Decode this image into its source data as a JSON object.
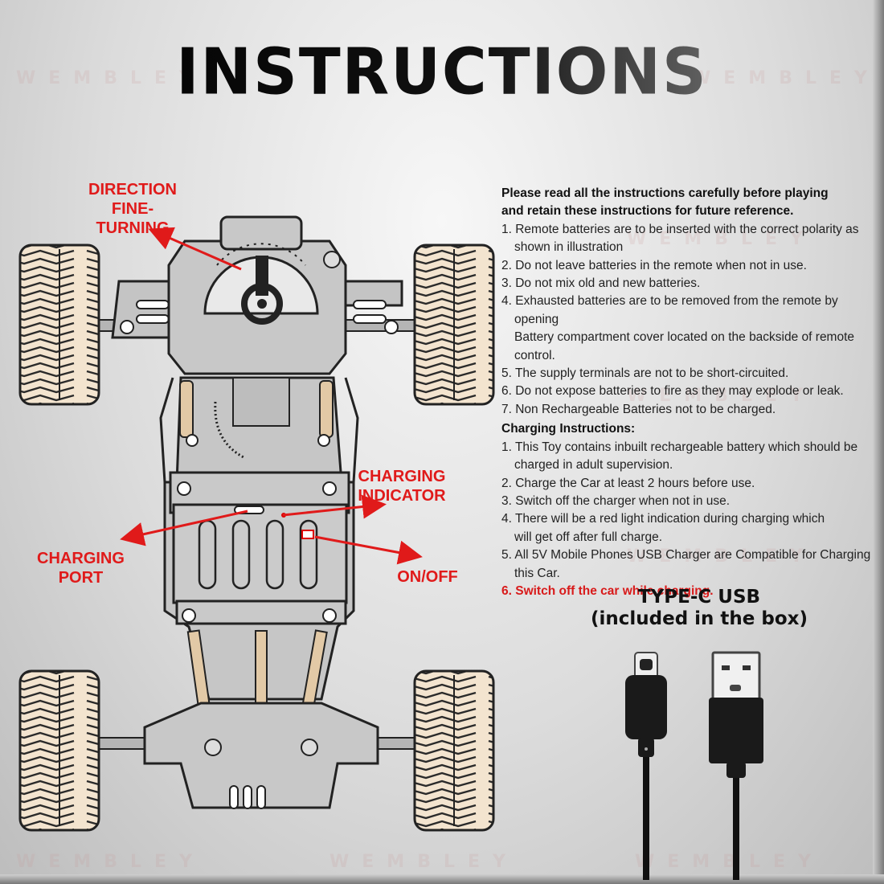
{
  "title": "INSTRUCTIONS",
  "watermark": "WEMBLEY",
  "labels": {
    "direction": [
      "DIRECTION",
      "FINE-TURNING"
    ],
    "charging_indicator": [
      "CHARGING",
      "INDICATOR"
    ],
    "charging_port": "CHARGING PORT",
    "on_off": "ON/OFF"
  },
  "intro": [
    "Please read all the instructions carefully before playing",
    "and retain these instructions for future reference."
  ],
  "battery_items": [
    [
      "1. Remote batteries are to be inserted with the correct polarity as",
      "shown in illustration"
    ],
    [
      "2. Do not leave batteries in the remote when not in use."
    ],
    [
      "3. Do not mix old and new batteries."
    ],
    [
      "4. Exhausted batteries are to be removed from the remote by opening",
      "Battery compartment cover located on the backside of remote control."
    ],
    [
      "5. The supply terminals are not to be short-circuited."
    ],
    [
      "6. Do not expose batteries to fire as they may explode or leak."
    ],
    [
      "7. Non Rechargeable Batteries not to be charged."
    ]
  ],
  "charging_heading": "Charging Instructions:",
  "charging_items": [
    [
      "1. This Toy contains inbuilt rechargeable battery which should be",
      "charged in adult supervision."
    ],
    [
      "2. Charge the Car at least 2 hours before use."
    ],
    [
      "3. Switch off the charger when not in use."
    ],
    [
      "4. There will be a red light indication during charging which",
      "will get off after full charge."
    ],
    [
      "5. All 5V Mobile Phones USB Charger are Compatible for Charging this Car."
    ]
  ],
  "charging_warning": "6. Switch off the car while charging.",
  "usb": {
    "line1": "TYPE-C USB",
    "line2": "(included in the box)"
  },
  "colors": {
    "accent_red": "#e01a1a",
    "tire_fill": "#f3e4cf",
    "chassis_fill": "#bfbfbf"
  },
  "icons": [
    "car-chassis-diagram-icon",
    "usb-c-connector-icon",
    "usb-a-connector-icon"
  ]
}
